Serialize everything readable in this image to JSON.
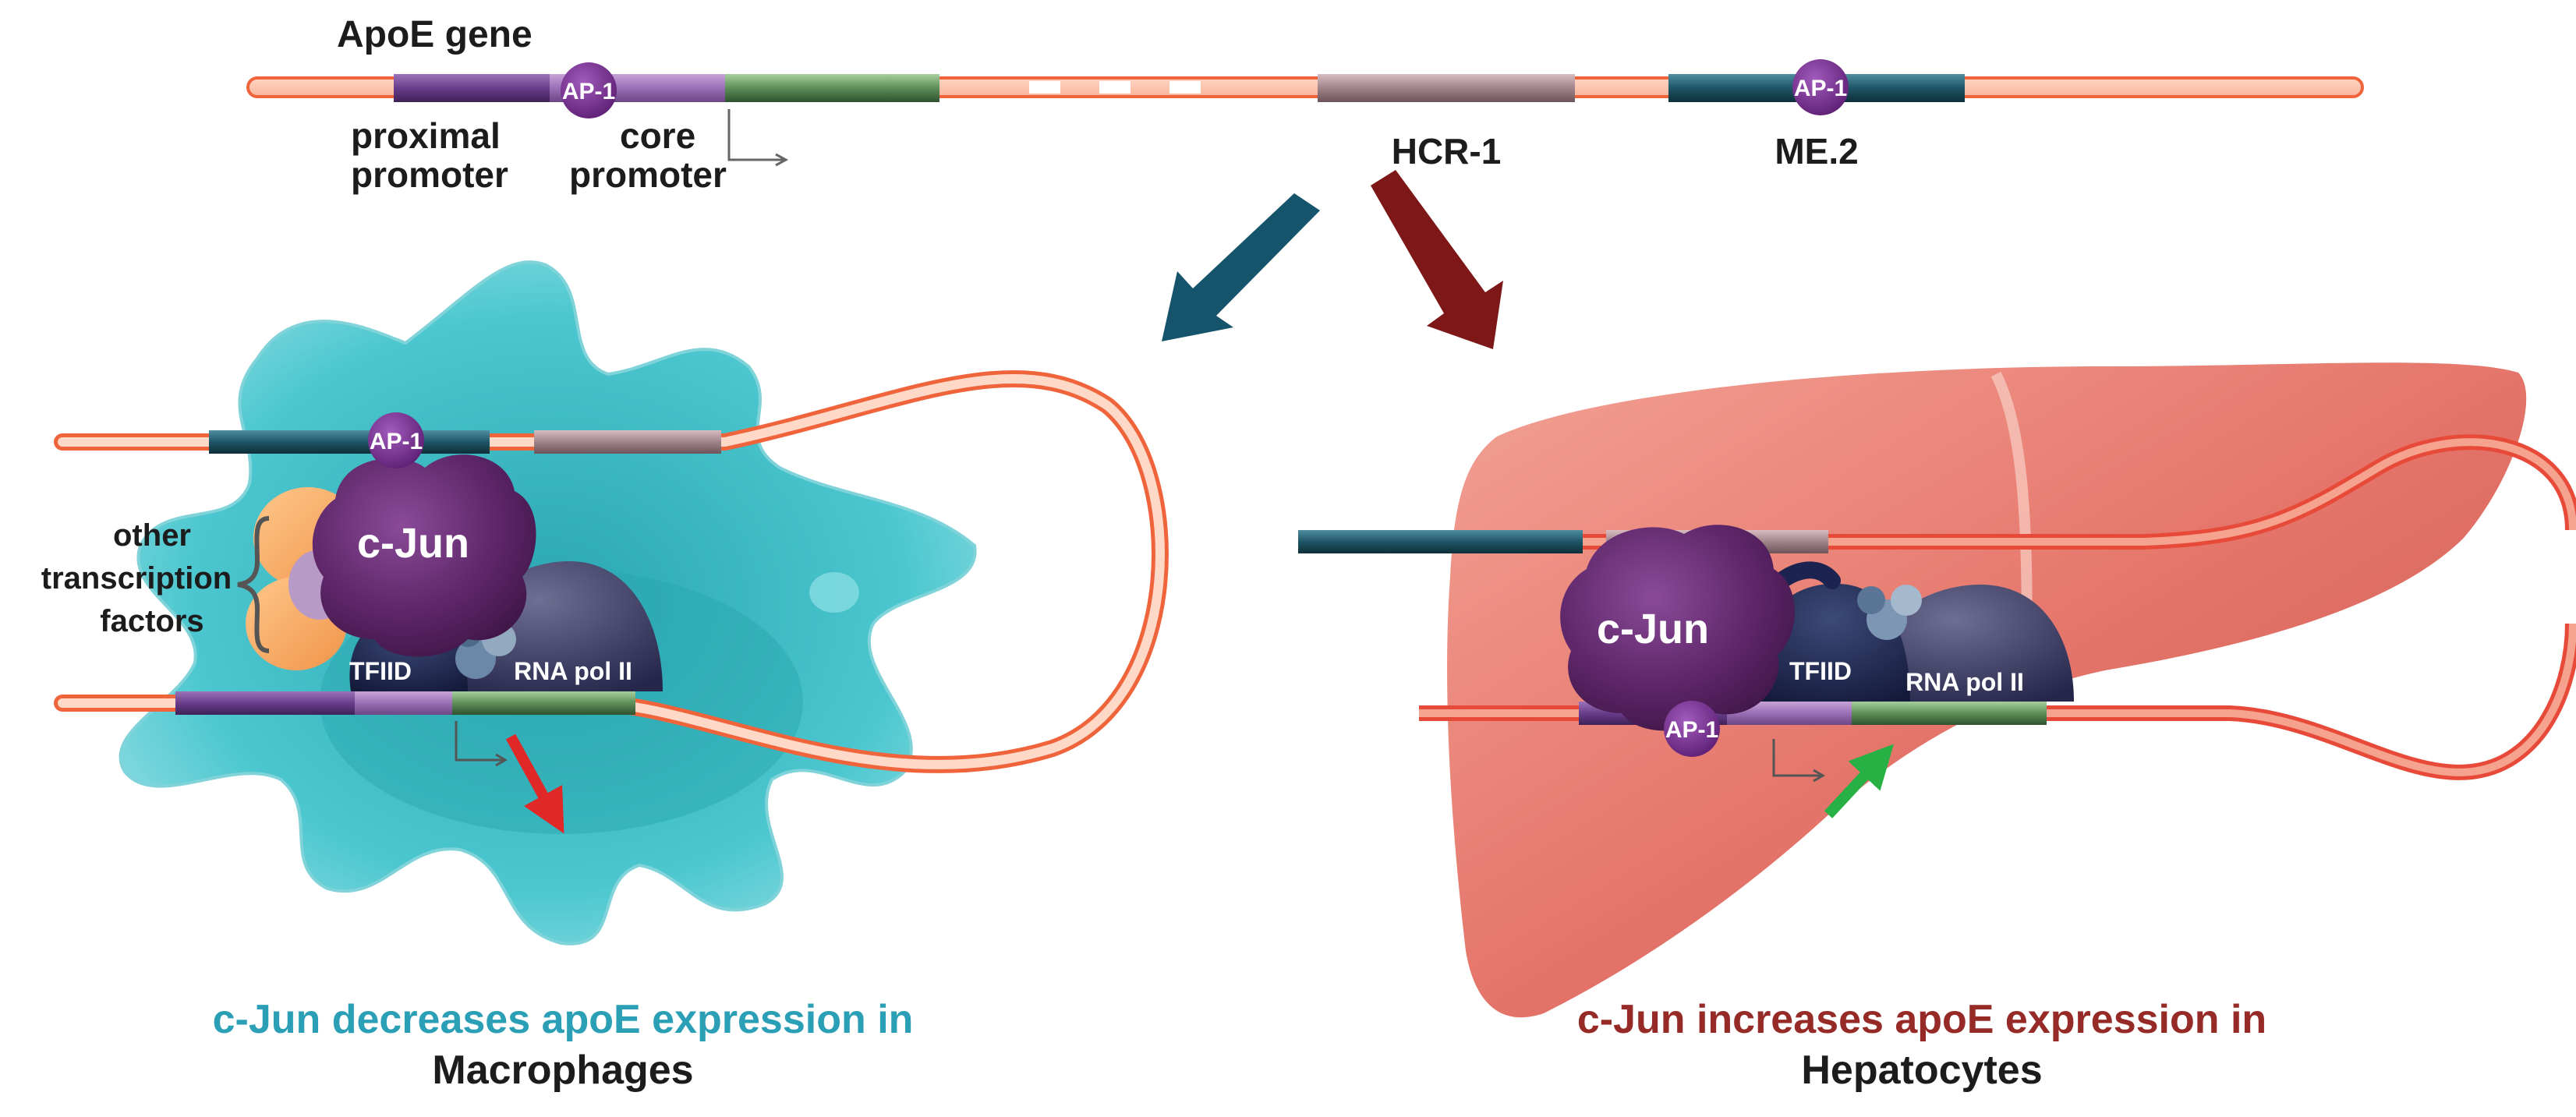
{
  "gene": {
    "title": "ApoE gene",
    "proximal_promoter_line1": "proximal",
    "proximal_promoter_line2": "promoter",
    "core_promoter_line1": "core",
    "core_promoter_line2": "promoter",
    "hcr1": "HCR-1",
    "me2": "ME.2"
  },
  "factors": {
    "ap1": "AP-1",
    "cjun": "c-Jun",
    "tfiid": "TFIID",
    "rna_pol": "RNA pol II",
    "other_line1": "other",
    "other_line2": "transcription",
    "other_line3": "factors"
  },
  "captions": {
    "left_line1": "c-Jun decreases apoE expression in",
    "left_line2": "Macrophages",
    "right_line1": "c-Jun increases apoE expression in",
    "right_line2": "Hepatocytes"
  },
  "colors": {
    "dna_strand": "#f0643c",
    "purple_segment": "#6a3d8c",
    "green_segment": "#4e7d4a",
    "teal_segment": "#1f5566",
    "mauve_segment": "#9c7b80",
    "ap1_circle": "#7a2c91",
    "cjun": "#5c2567",
    "macrophage": "#3fbcc4",
    "liver": "#e5756a",
    "left_caption": "#2a9fb6",
    "right_caption": "#962a27",
    "arrow_blue": "#15546a",
    "arrow_red": "#7e1818",
    "decrease_arrow": "#e02828",
    "increase_arrow": "#27b043"
  }
}
